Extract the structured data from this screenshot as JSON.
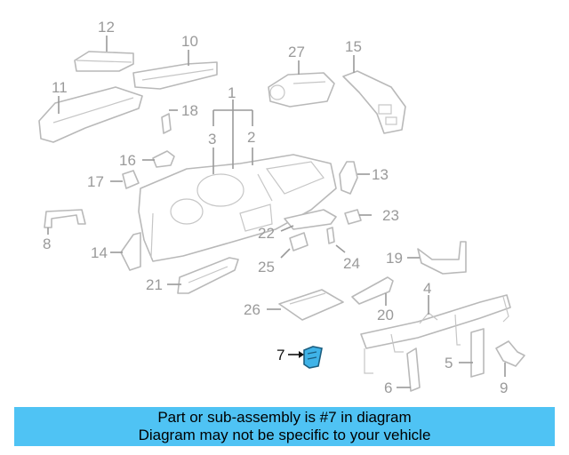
{
  "diagram": {
    "callouts": [
      "1",
      "2",
      "3",
      "4",
      "5",
      "6",
      "7",
      "8",
      "9",
      "10",
      "11",
      "12",
      "13",
      "14",
      "15",
      "16",
      "17",
      "18",
      "19",
      "20",
      "21",
      "22",
      "23",
      "24",
      "25",
      "26",
      "27"
    ],
    "highlighted_part": "7",
    "colors": {
      "highlight": "#3fb3e8",
      "banner": "#4fc3f4",
      "line": "#b9b9b9"
    }
  },
  "banner": {
    "line1": "Part or sub-assembly is #7 in diagram",
    "line2": "Diagram may not be specific to your vehicle"
  }
}
